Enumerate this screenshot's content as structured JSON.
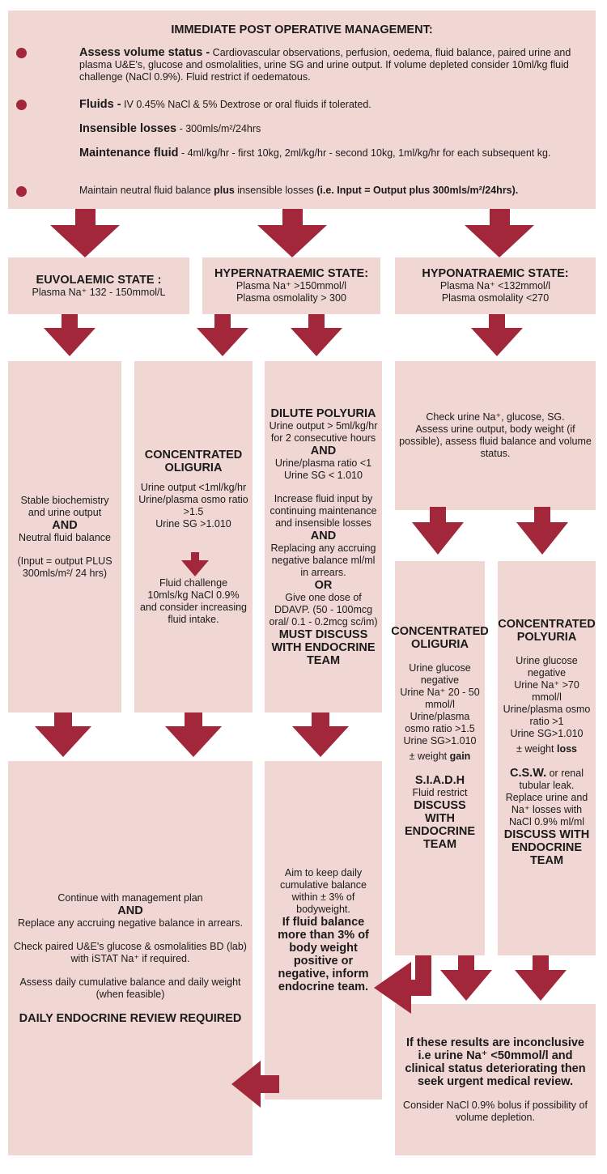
{
  "top": {
    "title": "IMMEDIATE POST OPERATIVE MANAGEMENT:",
    "assess_label": "Assess volume status -",
    "assess_text": "Cardiovascular observations, perfusion, oedema, fluid balance, paired urine and plasma U&E's, glucose and osmolalities, urine SG and urine output. If volume depleted consider 10ml/kg fluid challenge (NaCl 0.9%). Fluid restrict if oedematous.",
    "fluids_label": "Fluids -",
    "fluids_text": "IV 0.45% NaCl & 5% Dextrose or oral fluids if tolerated.",
    "insensible_label": "Insensible losses",
    "insensible_text": "- 300mls/m²/24hrs",
    "maintenance_label": "Maintenance fluid",
    "maintenance_text": "- 4ml/kg/hr - first 10kg, 2ml/kg/hr - second 10kg, 1ml/kg/hr for each subsequent kg.",
    "neutral_a": "Maintain neutral fluid balance",
    "neutral_b": "plus",
    "neutral_c": "insensible losses",
    "neutral_d": "(i.e. Input = Output plus 300mls/m²/24hrs)."
  },
  "states": {
    "euvolaemic_title": "EUVOLAEMIC STATE :",
    "euvolaemic_l1": "Plasma Na⁺ 132 - 150mmol/L",
    "hyper_title": "HYPERNATRAEMIC STATE:",
    "hyper_l1": "Plasma Na⁺ >150mmol/l",
    "hyper_l2": "Plasma osmolality > 300",
    "hypo_title": "HYPONATRAEMIC STATE:",
    "hypo_l1": "Plasma Na⁺ <132mmol/l",
    "hypo_l2": "Plasma osmolality <270"
  },
  "stable": {
    "l1": "Stable biochemistry and urine output",
    "and": "AND",
    "l2": "Neutral fluid balance",
    "l3": "(Input = output PLUS 300mls/m²/ 24 hrs)"
  },
  "conc_oliguria": {
    "title": "CONCENTRATED OLIGURIA",
    "l1": "Urine output <1ml/kg/hr",
    "l2": "Urine/plasma osmo ratio >1.5",
    "l3": "Urine SG >1.010",
    "l4": "Fluid challenge 10mls/kg NaCl 0.9% and consider increasing fluid intake."
  },
  "dilute_polyuria": {
    "title": "DILUTE POLYURIA",
    "l1": "Urine output > 5ml/kg/hr for 2 consecutive hours",
    "and1": "AND",
    "l2": "Urine/plasma ratio <1",
    "l3": "Urine SG < 1.010",
    "l4": "Increase fluid input by continuing maintenance and insensible losses",
    "and2": "AND",
    "l5": "Replacing any accruing negative balance ml/ml in arrears.",
    "or": "OR",
    "l6": "Give one dose of DDAVP. (50 - 100mcg oral/ 0.1 - 0.2mcg sc/im)",
    "must": "MUST DISCUSS WITH ENDOCRINE TEAM"
  },
  "check": {
    "l1": "Check urine Na⁺, glucose, SG.",
    "l2": "Assess urine output, body weight (if possible), assess fluid balance and volume status."
  },
  "hypo_oliguria": {
    "title": "CONCENTRATED OLIGURIA",
    "l1": "Urine glucose negative",
    "l2": "Urine Na⁺ 20 - 50 mmol/l",
    "l3": "Urine/plasma osmo ratio >1.5",
    "l4": "Urine SG>1.010",
    "l5a": "± weight",
    "l5b": "gain",
    "siadh": "S.I.A.D.H",
    "l6": "Fluid restrict",
    "discuss": "DISCUSS WITH ENDOCRINE TEAM"
  },
  "hypo_polyuria": {
    "title": "CONCENTRATED POLYURIA",
    "l1": "Urine glucose negative",
    "l2": "Urine Na⁺ >70 mmol/l",
    "l3": "Urine/plasma osmo ratio >1",
    "l4": "Urine SG>1.010",
    "l5a": "± weight",
    "l5b": "loss",
    "csw_a": "C.S.W.",
    "csw_b": "or renal tubular leak.",
    "l6": "Replace urine and Na⁺ losses with NaCl 0.9% ml/ml",
    "discuss": "DISCUSS WITH ENDOCRINE TEAM"
  },
  "continue": {
    "l1": "Continue with management plan",
    "and": "AND",
    "l2": "Replace any accruing negative balance in arrears.",
    "l3": "Check paired U&E's glucose & osmolalities BD (lab) with iSTAT Na⁺ if required.",
    "l4": "Assess daily cumulative balance and daily weight (when feasible)",
    "l5": "DAILY ENDOCRINE REVIEW REQUIRED"
  },
  "aim": {
    "l1": "Aim to keep daily cumulative balance within ± 3% of bodyweight.",
    "l2": "If fluid balance more than 3% of body weight positive or negative, inform endocrine team."
  },
  "inconclusive": {
    "l1": "If these results are inconclusive i.e urine Na⁺ <50mmol/l and clinical status deteriorating then seek urgent medical review.",
    "l2": "Consider NaCl 0.9% bolus if possibility of volume depletion."
  },
  "colors": {
    "box": "#f1d7d4",
    "arrow": "#a3273b"
  }
}
